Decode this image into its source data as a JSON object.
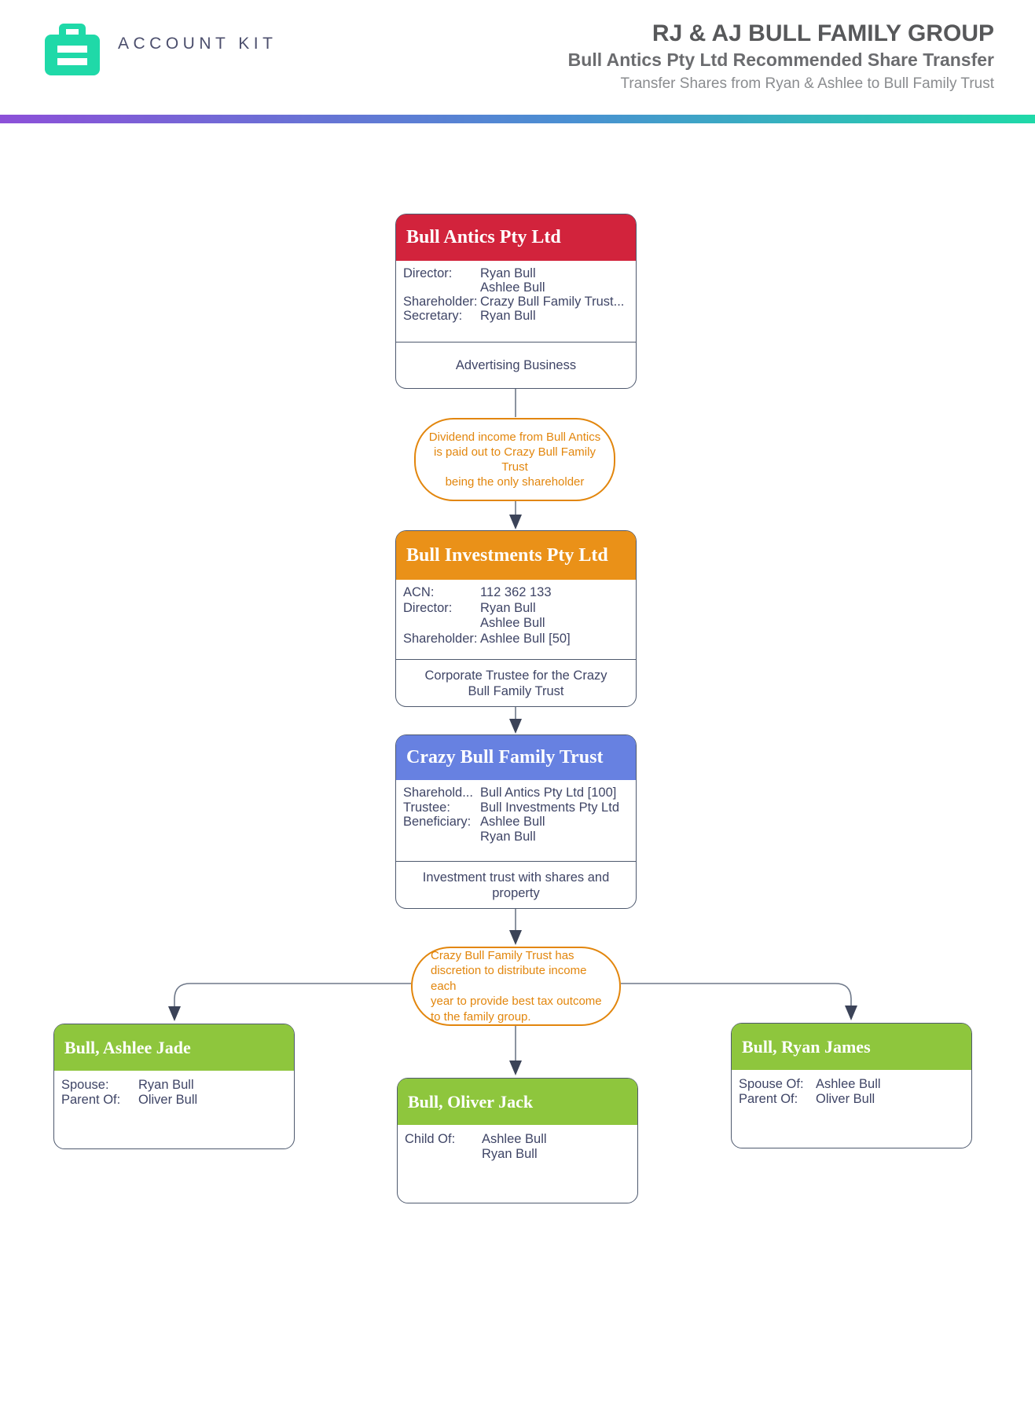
{
  "header": {
    "brand": "ACCOUNT KIT",
    "title": "RJ & AJ BULL FAMILY GROUP",
    "subtitle": "Bull Antics Pty Ltd Recommended Share Transfer",
    "tagline": "Transfer Shares from Ryan & Ashlee to Bull Family Trust"
  },
  "colors": {
    "brand_teal": "#1fd9a8",
    "gradient_left_purple": "#8c50d8",
    "gradient_mid_blue": "#4a8fd2",
    "gradient_right_teal": "#1fd9a8",
    "node_red": "#d2233c",
    "node_orange": "#ea9118",
    "node_blue": "#6781e1",
    "node_green": "#8ec63d",
    "note_orange": "#e2860d",
    "body_text": "#3f4566"
  },
  "nodes": {
    "bull_antics": {
      "title": "Bull Antics Pty Ltd",
      "rows": [
        {
          "label": "Director:",
          "value": "Ryan Bull"
        },
        {
          "label": "",
          "value": "Ashlee Bull"
        },
        {
          "label": "Shareholder:",
          "value": "Crazy Bull Family Trust..."
        },
        {
          "label": "Secretary:",
          "value": "Ryan Bull"
        }
      ],
      "footer": "Advertising Business"
    },
    "bull_investments": {
      "title": "Bull Investments Pty Ltd",
      "rows": [
        {
          "label": "ACN:",
          "value": "112 362 133"
        },
        {
          "label": "Director:",
          "value": "Ryan Bull"
        },
        {
          "label": "",
          "value": "Ashlee Bull"
        },
        {
          "label": "Shareholder:",
          "value": "Ashlee Bull [50]"
        }
      ],
      "footer": "Corporate Trustee for the Crazy Bull Family Trust"
    },
    "crazy_trust": {
      "title": "Crazy Bull Family Trust",
      "rows": [
        {
          "label": "Sharehold...",
          "value": "Bull Antics Pty Ltd [100]"
        },
        {
          "label": "Trustee:",
          "value": "Bull Investments Pty Ltd"
        },
        {
          "label": "Beneficiary:",
          "value": "Ashlee Bull"
        },
        {
          "label": "",
          "value": "Ryan Bull"
        }
      ],
      "footer": "Investment trust with shares and property"
    },
    "ashlee": {
      "title": "Bull, Ashlee Jade",
      "rows": [
        {
          "label": "Spouse:",
          "value": "Ryan Bull"
        },
        {
          "label": "Parent Of:",
          "value": "Oliver Bull"
        }
      ]
    },
    "oliver": {
      "title": "Bull, Oliver Jack",
      "rows": [
        {
          "label": "Child Of:",
          "value": "Ashlee Bull"
        },
        {
          "label": "",
          "value": "Ryan Bull"
        }
      ]
    },
    "ryan": {
      "title": "Bull, Ryan James",
      "rows": [
        {
          "label": "Spouse Of:",
          "value": "Ashlee Bull"
        },
        {
          "label": "Parent Of:",
          "value": "Oliver Bull"
        }
      ]
    }
  },
  "notes": {
    "dividend": "Dividend income from Bull Antics\nis paid out to Crazy Bull Family Trust\nbeing the only shareholder",
    "distribution": "Crazy Bull Family Trust has\ndiscretion to distribute income each\nyear to provide best tax outcome\nto the family group."
  }
}
